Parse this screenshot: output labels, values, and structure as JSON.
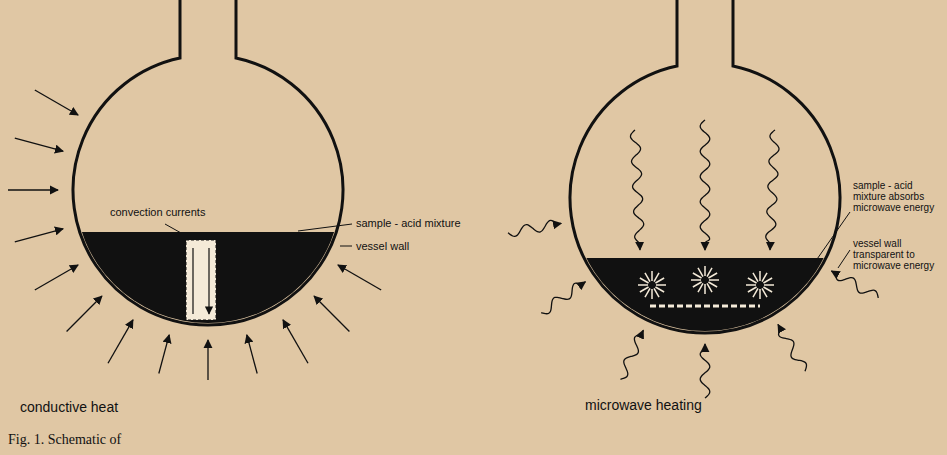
{
  "diagram": {
    "caption": "Fig. 1. Schematic of",
    "labels": [
      "convection currents",
      "sample - acid mixture",
      "vessel wall",
      "conductive heat",
      "sample - acid mixture absorbs microwave energy",
      "vessel wall transparent to microwave energy",
      "microwave heating"
    ]
  }
}
